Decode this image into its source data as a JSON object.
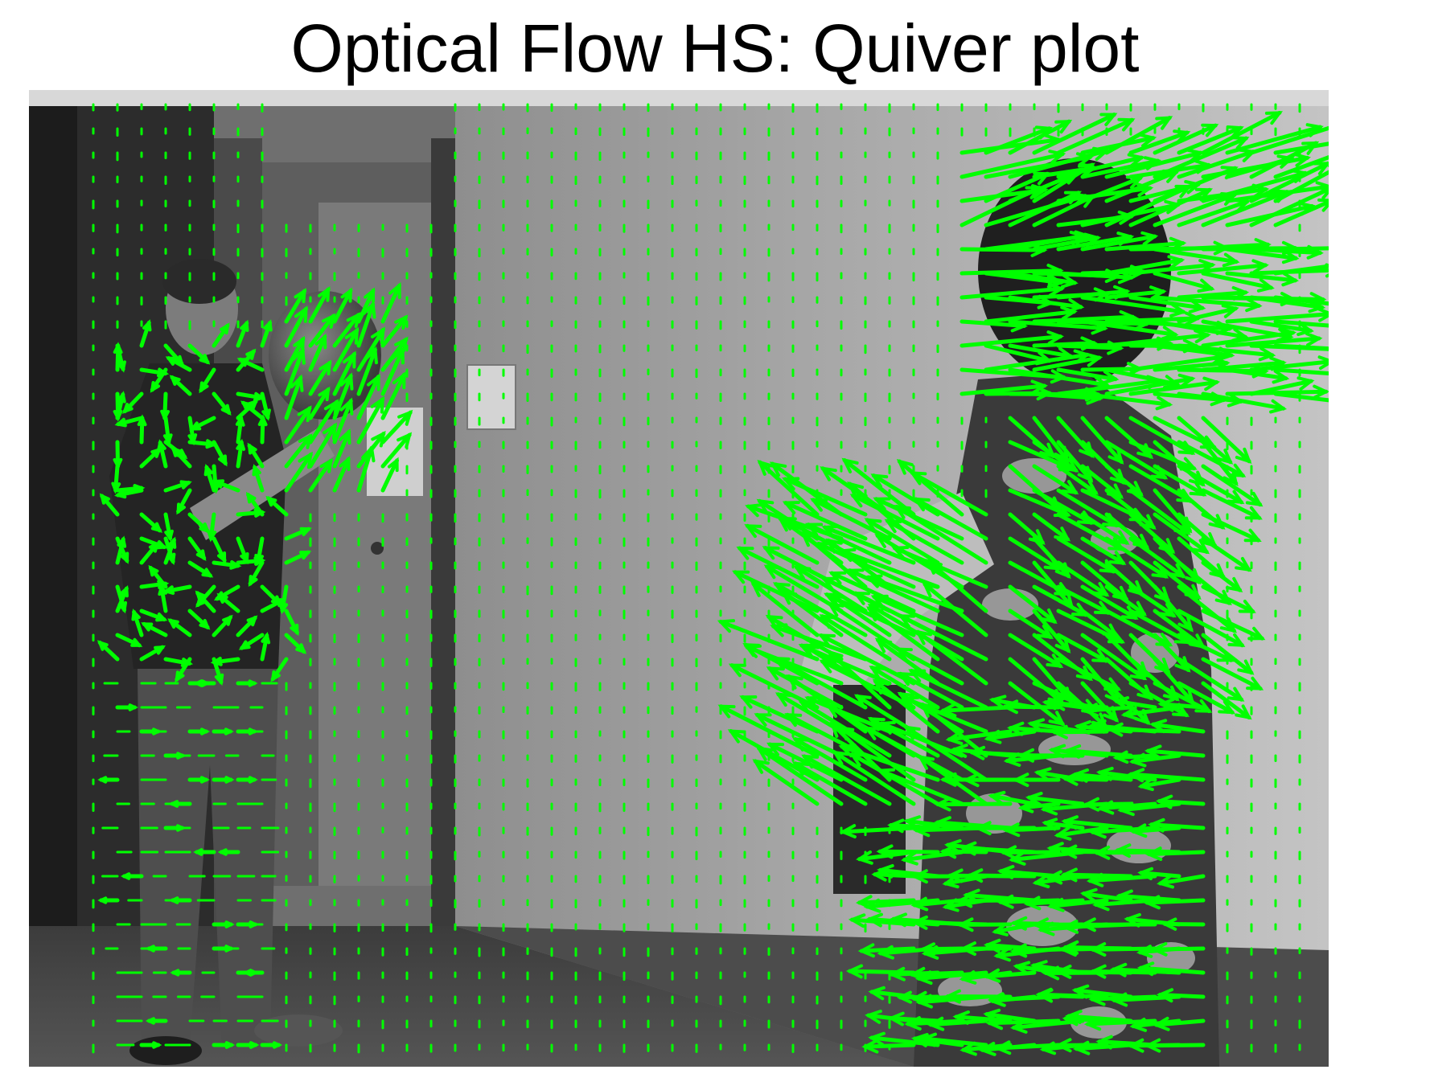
{
  "figure": {
    "title": "Optical Flow HS: Quiver plot",
    "arrow_color": "#00ff00",
    "photo_description_tone": "grayscale",
    "icons": {
      "scene": "grayscale-photo",
      "flow": "quiver-arrows"
    }
  },
  "chart_data": {
    "type": "quiver",
    "title": "Optical Flow HS: Quiver plot",
    "xlabel": "",
    "ylabel": "",
    "grid": false,
    "legend": "none",
    "background": "grayscale photograph",
    "series_color": "#00ff00",
    "motion_regions": [
      {
        "region": "left-person-body",
        "dominant_direction": "mixed",
        "magnitude": "medium"
      },
      {
        "region": "left-person-legs",
        "dominant_direction": "horizontal",
        "magnitude": "small"
      },
      {
        "region": "ball-and-hands",
        "dominant_direction": "up-right",
        "magnitude": "medium"
      },
      {
        "region": "right-person-head",
        "dominant_direction": "right",
        "magnitude": "large"
      },
      {
        "region": "right-person-arm",
        "dominant_direction": "up-left",
        "magnitude": "large"
      },
      {
        "region": "right-person-torso",
        "dominant_direction": "down-right",
        "magnitude": "large"
      },
      {
        "region": "right-person-lower",
        "dominant_direction": "left",
        "magnitude": "large"
      },
      {
        "region": "background-wall",
        "dominant_direction": "none",
        "magnitude": "near-zero"
      }
    ]
  }
}
